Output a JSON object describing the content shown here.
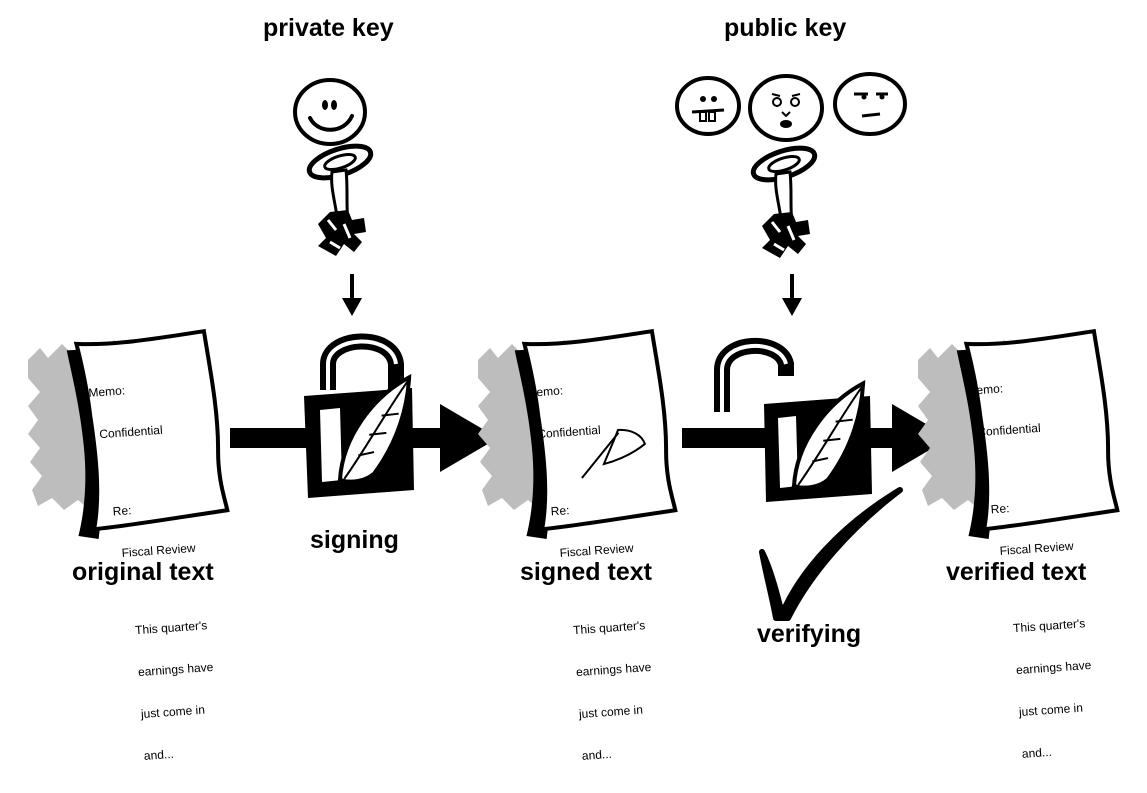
{
  "labels": {
    "private_key": "private key",
    "public_key": "public key",
    "signing": "signing",
    "verifying": "verifying",
    "original_text": "original text",
    "signed_text": "signed text",
    "verified_text": "verified text"
  },
  "document": {
    "line1": "Memo:",
    "line2": "Confidential",
    "line3": "Re:",
    "line4": "Fiscal Review",
    "line5": "This quarter's",
    "line6": "earnings have",
    "line7": "just come in",
    "line8": "and..."
  },
  "colors": {
    "ink": "#000000",
    "shadow": "#bdbdbd",
    "paper": "#ffffff"
  }
}
